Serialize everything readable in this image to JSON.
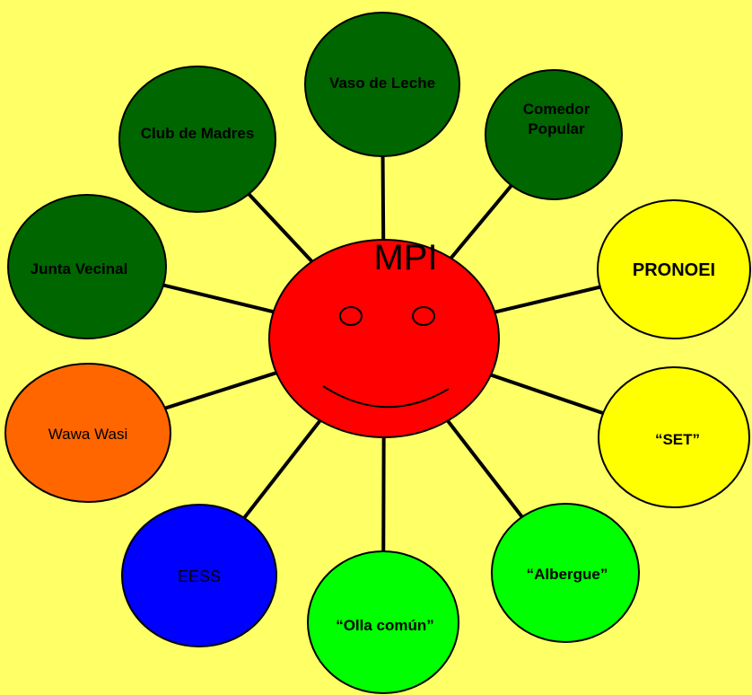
{
  "center": {
    "label": "MPI",
    "color": "#FF0000"
  },
  "nodes": [
    {
      "id": "vaso-de-leche",
      "lines": [
        "Vaso de Leche"
      ],
      "color": "#006600",
      "bold": true
    },
    {
      "id": "comedor-popular",
      "lines": [
        "Comedor",
        "Popular"
      ],
      "color": "#006600",
      "bold": true
    },
    {
      "id": "pronoei",
      "lines": [
        "PRONOEI"
      ],
      "color": "#FFFF00",
      "bold": true
    },
    {
      "id": "set",
      "lines": [
        "“SET”"
      ],
      "color": "#FFFF00",
      "bold": true
    },
    {
      "id": "albergue",
      "lines": [
        "“Albergue”"
      ],
      "color": "#00FF00",
      "bold": true
    },
    {
      "id": "olla-comun",
      "lines": [
        "“Olla común”"
      ],
      "color": "#00FF00",
      "bold": true
    },
    {
      "id": "eess",
      "lines": [
        "EESS"
      ],
      "color": "#0000FF",
      "bold": false
    },
    {
      "id": "wawa-wasi",
      "lines": [
        "Wawa Wasi"
      ],
      "color": "#FF6600",
      "bold": false
    },
    {
      "id": "junta-vecinal",
      "lines": [
        "Junta Vecinal"
      ],
      "color": "#006600",
      "bold": true
    },
    {
      "id": "club-de-madres",
      "lines": [
        "Club de Madres"
      ],
      "color": "#006600",
      "bold": true
    }
  ]
}
